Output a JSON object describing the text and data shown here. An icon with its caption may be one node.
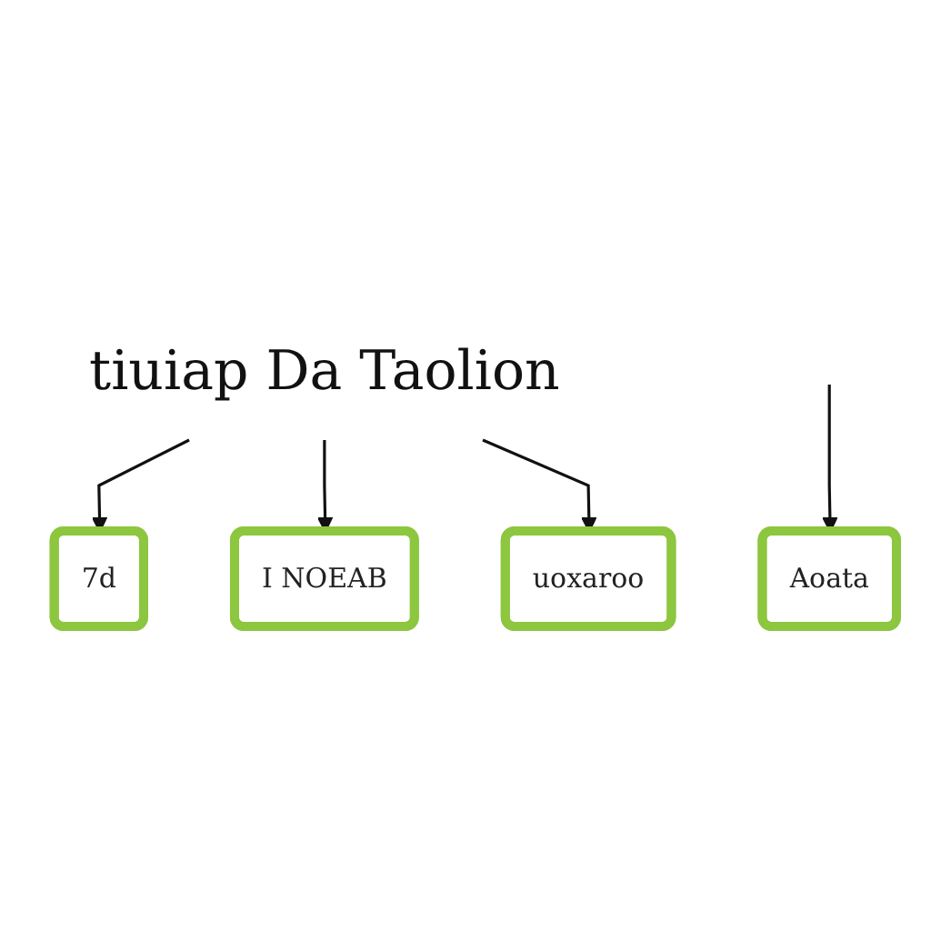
{
  "diagram": {
    "nodes": [
      {
        "text": [
          "tiuiap Da Taolion"
        ]
      },
      {
        "text": [
          "7d"
        ]
      },
      {
        "text": [
          "I NOEAB"
        ]
      },
      {
        "text": [
          "uoxaroo"
        ]
      },
      {
        "text": [
          "Aoata"
        ]
      }
    ],
    "edges": [
      {
        "from": 0,
        "to": 1,
        "arrow": "to"
      },
      {
        "from": 0,
        "to": 2,
        "arrow": "to"
      },
      {
        "from": 0,
        "to": 3,
        "arrow": "to"
      },
      {
        "from": null,
        "to": 4,
        "arrow": "to"
      }
    ]
  }
}
